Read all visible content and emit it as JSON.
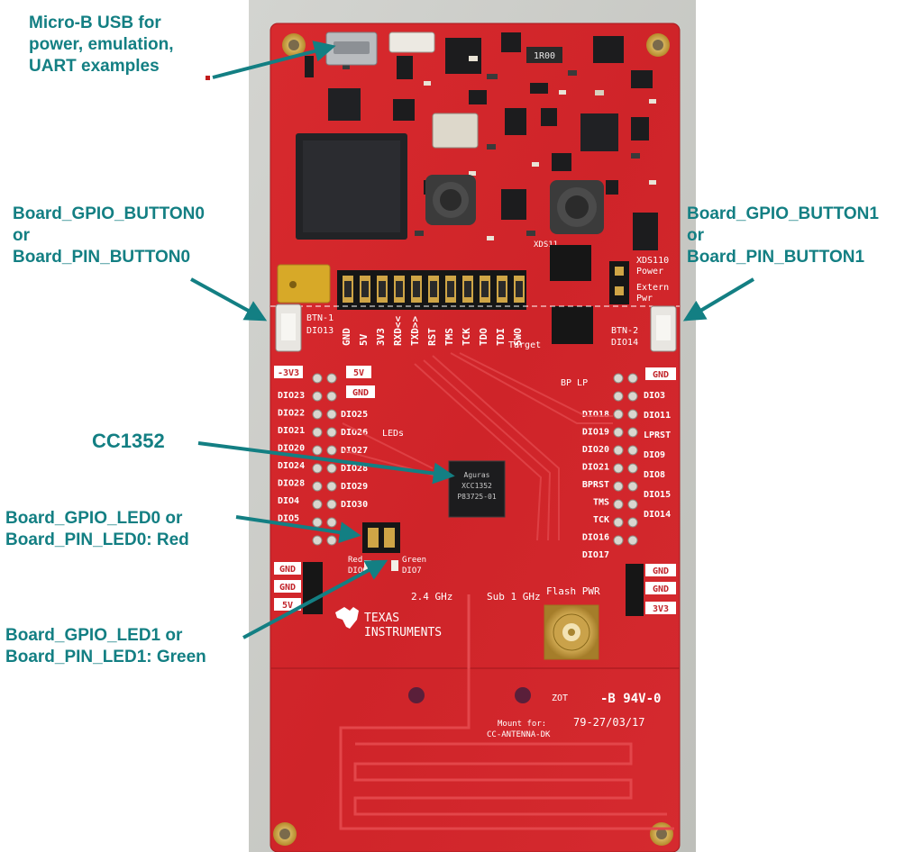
{
  "callouts": {
    "usb": {
      "lines": [
        "Micro-B USB for",
        "power, emulation,",
        "UART examples"
      ]
    },
    "button0": {
      "lines": [
        "Board_GPIO_BUTTON0",
        "or",
        "Board_PIN_BUTTON0"
      ]
    },
    "button1": {
      "lines": [
        "Board_GPIO_BUTTON1",
        "or",
        "Board_PIN_BUTTON1"
      ]
    },
    "chip": {
      "lines": [
        "CC1352"
      ]
    },
    "led0": {
      "lines": [
        "Board_GPIO_LED0 or",
        "Board_PIN_LED0: Red"
      ]
    },
    "led1": {
      "lines": [
        "Board_GPIO_LED1 or",
        "Board_PIN_LED1: Green"
      ]
    }
  },
  "board": {
    "brand_line1": "TEXAS",
    "brand_line2": "INSTRUMENTS",
    "chip_marking": [
      "Aguras",
      "XCC1352",
      "P83725-01"
    ],
    "resistor_marking": "1R00",
    "power_rails": {
      "3v3": "3V3",
      "5v": "5V",
      "gnd": "GND",
      "neg3v3": "-3V3"
    },
    "header_pins": [
      "GND",
      "5V",
      "3V3",
      "RXD<<",
      "TXD>>",
      "RST",
      "TMS",
      "TCK",
      "TDO",
      "TDI",
      "SWO"
    ],
    "left_pins_outer": [
      "DIO23",
      "DIO22",
      "DIO21",
      "DIO20",
      "DIO24",
      "DIO28",
      "DIO4",
      "DIO5"
    ],
    "left_pins_inner": [
      "DIO25",
      "DIO26",
      "DIO27",
      "DIO28",
      "DIO29",
      "DIO30"
    ],
    "right_pins_inner": [
      "DIO18",
      "DIO19",
      "DIO20",
      "DIO21",
      "BPRST",
      "TMS",
      "TCK",
      "DIO16",
      "DIO17"
    ],
    "right_pins_outer": [
      "DIO3",
      "DIO11",
      "LPRST",
      "DIO9",
      "DIO8",
      "DIO15",
      "DIO14"
    ],
    "btn_left": [
      "BTN-1",
      "DIO13"
    ],
    "btn_right": [
      "BTN-2",
      "DIO14"
    ],
    "xds_labels": [
      "XDS110",
      "Power",
      "Extern",
      "Pwr"
    ],
    "target_label": "Target",
    "bp_label": "BP LP",
    "leds_label": "LEDs",
    "red_label": [
      "Red",
      "DIO6"
    ],
    "green_label": [
      "Green",
      "DIO7"
    ],
    "freq_24": "2.4 GHz",
    "freq_sub1": "Sub 1 GHz",
    "flash_pwr": "Flash PWR",
    "ul_marking": "-B 94V-0",
    "zot_marking": "ZOT",
    "date_code": "79-27/03/17",
    "mount_for": [
      "Mount for:",
      "CC-ANTENNA-DK"
    ],
    "xds_text": "XDS11",
    "colors": {
      "pcb": "#d9262b",
      "pcb_dark": "#b51e24",
      "silk": "#ffffff",
      "callout": "#137f83",
      "background": "#c8c9c4"
    }
  }
}
